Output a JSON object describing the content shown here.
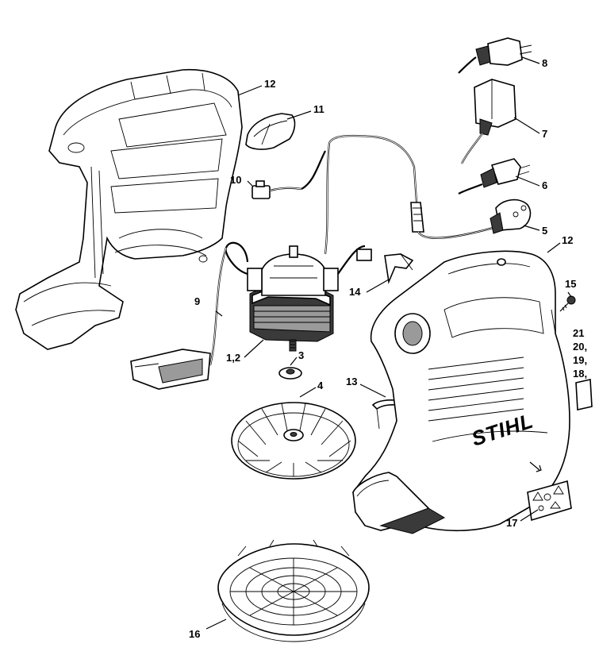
{
  "labels": {
    "p1_2": "1,2",
    "p3": "3",
    "p4": "4",
    "p5": "5",
    "p6": "6",
    "p7": "7",
    "p8": "8",
    "p9": "9",
    "p10": "10",
    "p11": "11",
    "p12_top": "12",
    "p12_right": "12",
    "p13": "13",
    "p14": "14",
    "p15": "15",
    "p16": "16",
    "p17": "17",
    "p18": "18,",
    "p19": "19,",
    "p20": "20,",
    "p21": "21"
  },
  "brand": "STIHL",
  "icons": [
    "housing-half-left",
    "housing-half-right",
    "motor",
    "fan-impeller",
    "intake-cover",
    "switch",
    "switch-button",
    "power-cord",
    "plug-uk",
    "plug-us",
    "plug-eu-flat",
    "plug-eu-schuko",
    "screw",
    "warning-label"
  ]
}
